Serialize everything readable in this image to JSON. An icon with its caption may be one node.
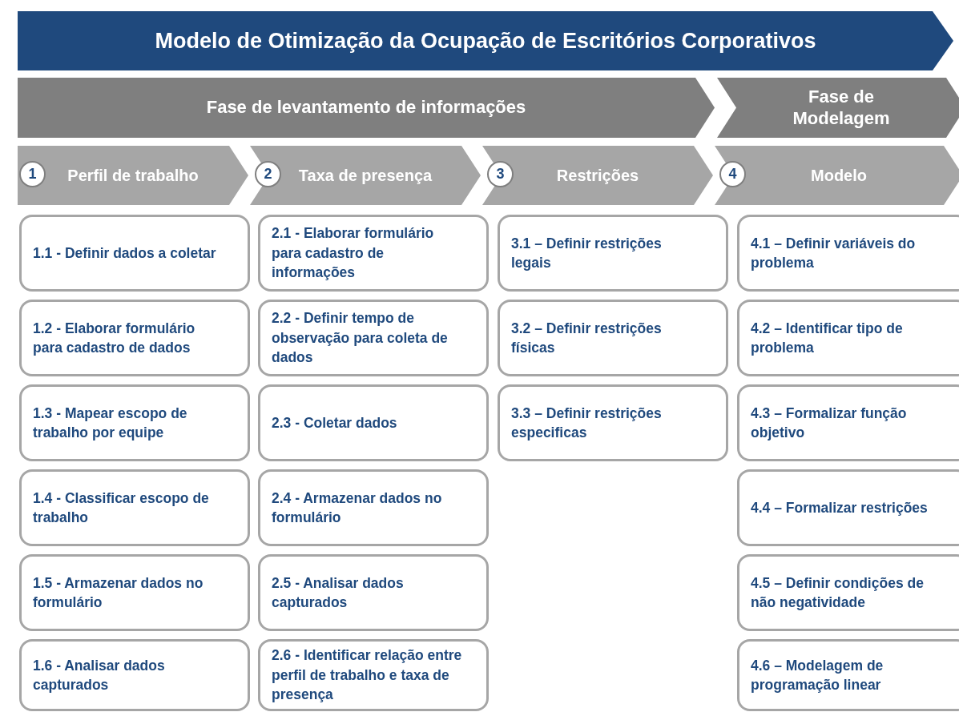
{
  "diagram": {
    "title": "Modelo de Otimização da Ocupação de Escritórios Corporativos",
    "nodes": [
      {
        "text": [
          "Fase de levantamento de informações"
        ]
      },
      {
        "text": [
          "Fase de Modelagem"
        ]
      },
      {
        "text": [
          "Perfil de trabalho"
        ]
      },
      {
        "text": [
          "1"
        ],
        "in": 2
      },
      {
        "text": [
          "Taxa de presença"
        ]
      },
      {
        "text": [
          "2"
        ],
        "in": 4
      },
      {
        "text": [
          "Restrições"
        ]
      },
      {
        "text": [
          "3"
        ],
        "in": 6
      },
      {
        "text": [
          "Modelo"
        ]
      },
      {
        "text": [
          "4"
        ],
        "in": 8
      },
      {
        "text": [
          "1.1 - Definir dados a coletar"
        ]
      },
      {
        "text": [
          "2.1 - Elaborar formulário para cadastro de informações"
        ]
      },
      {
        "text": [
          "3.1 – Definir restrições legais"
        ]
      },
      {
        "text": [
          "4.1 – Definir variáveis do problema"
        ]
      },
      {
        "text": [
          "1.2 - Elaborar formulário para cadastro de dados"
        ]
      },
      {
        "text": [
          "2.2 - Definir tempo de observação para coleta de dados"
        ]
      },
      {
        "text": [
          "3.2 – Definir restrições físicas"
        ]
      },
      {
        "text": [
          "4.2 – Identificar tipo de problema"
        ]
      },
      {
        "text": [
          "1.3 - Mapear escopo de trabalho por equipe"
        ]
      },
      {
        "text": [
          "2.3 - Coletar dados"
        ]
      },
      {
        "text": [
          "3.3 – Definir restrições especificas"
        ]
      },
      {
        "text": [
          "4.3 – Formalizar função objetivo"
        ]
      },
      {
        "text": [
          "1.4 - Classificar escopo de trabalho"
        ]
      },
      {
        "text": [
          "2.4 - Armazenar dados no formulário"
        ]
      },
      {
        "text": [
          "4.4 – Formalizar restrições"
        ]
      },
      {
        "text": [
          "1.5 - Armazenar dados no formulário"
        ]
      },
      {
        "text": [
          "2.5 - Analisar dados capturados"
        ]
      },
      {
        "text": [
          "4.5 – Definir condições de não negatividade"
        ]
      },
      {
        "text": [
          "1.6 - Analisar dados capturados"
        ]
      },
      {
        "text": [
          "2.6 - Identificar relação entre perfil de trabalho e taxa de presença"
        ]
      },
      {
        "text": [
          "4.6 – Modelagem de programação linear"
        ]
      }
    ]
  }
}
